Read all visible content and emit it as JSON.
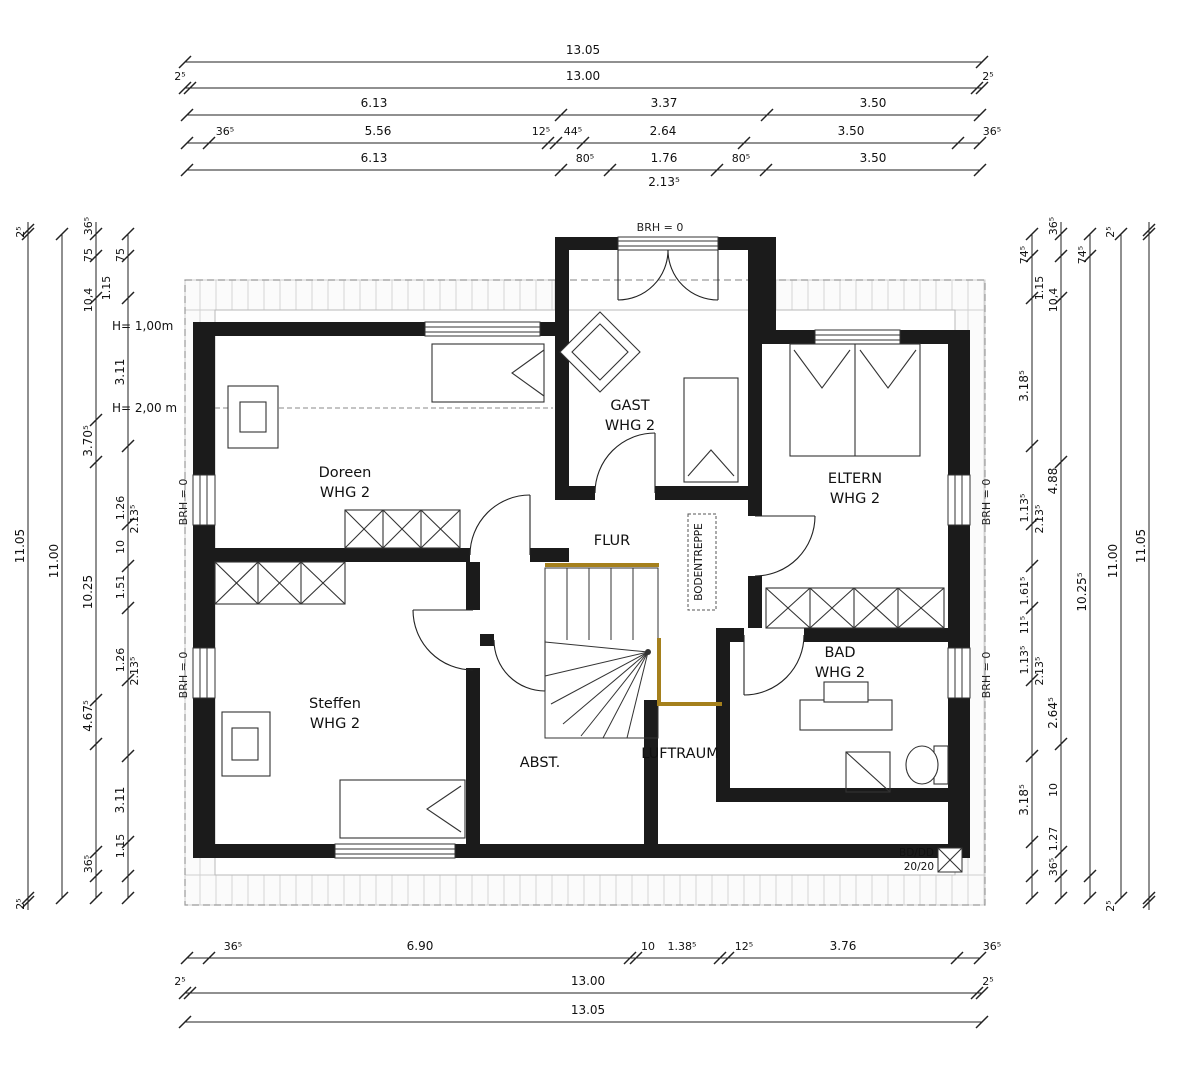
{
  "drawing": {
    "rooms": {
      "doreen": {
        "name": "Doreen",
        "apt": "WHG 2"
      },
      "steffen": {
        "name": "Steffen",
        "apt": "WHG 2"
      },
      "gast": {
        "name": "GAST",
        "apt": "WHG 2"
      },
      "eltern": {
        "name": "ELTERN",
        "apt": "WHG 2"
      },
      "bad": {
        "name": "BAD",
        "apt": "WHG 2"
      },
      "flur": {
        "name": "FLUR"
      },
      "abst": {
        "name": "ABST."
      },
      "luftraum": {
        "name": "LUFTRAUM"
      },
      "bodentreppe": {
        "name": "BODENTREPPE"
      }
    },
    "annotations": {
      "brh": "BRH = 0",
      "h1": "H= 1,00m",
      "h2": "H= 2,00 m",
      "bd1": "BD/DD",
      "bd2": "20/20"
    },
    "dims": {
      "top": {
        "total": "13.05",
        "inner": "13.00",
        "edge": "2⁵",
        "r3": [
          "6.13",
          "3.37",
          "3.50"
        ],
        "r4": [
          "36⁵",
          "5.56",
          "12⁵",
          "44⁵",
          "2.64",
          "3.50",
          "36⁵"
        ],
        "r5": [
          "6.13",
          "80⁵",
          "1.76",
          "80⁵",
          "3.50"
        ],
        "r5sub": "2.13⁵"
      },
      "bottom": {
        "r1": [
          "36⁵",
          "6.90",
          "10",
          "1.38⁵",
          "12⁵",
          "3.76",
          "36⁵"
        ],
        "inner": "13.00",
        "total": "13.05",
        "edge": "2⁵"
      },
      "left": {
        "edge": "2⁵",
        "total": "11.05",
        "inner": "11.00",
        "room": "10.25",
        "c1": [
          "36⁵",
          "75",
          "10,4",
          "3.70⁵",
          "4.67⁵",
          "36⁵"
        ],
        "c2": [
          "75",
          "3.11",
          "1.26",
          "10",
          "1.51",
          "1.26",
          "3.11",
          "1.15"
        ],
        "w": [
          "1.15",
          "2.13⁵",
          "2.13⁵"
        ]
      },
      "right": {
        "edge": "2⁵",
        "total": "11.05",
        "inner": "11.00",
        "room": "10.25⁵",
        "c1": [
          "36⁵",
          "10,4",
          "4.88",
          "2.64⁵",
          "10",
          "1.27",
          "36⁵"
        ],
        "c2": [
          "74⁵",
          "3.18⁵",
          "1.13⁵",
          "1.61⁵",
          "11⁵",
          "1.13⁵",
          "3.18⁵"
        ],
        "w": [
          "1.15",
          "2.13⁵",
          "2.13⁵",
          "74⁵"
        ]
      }
    }
  }
}
